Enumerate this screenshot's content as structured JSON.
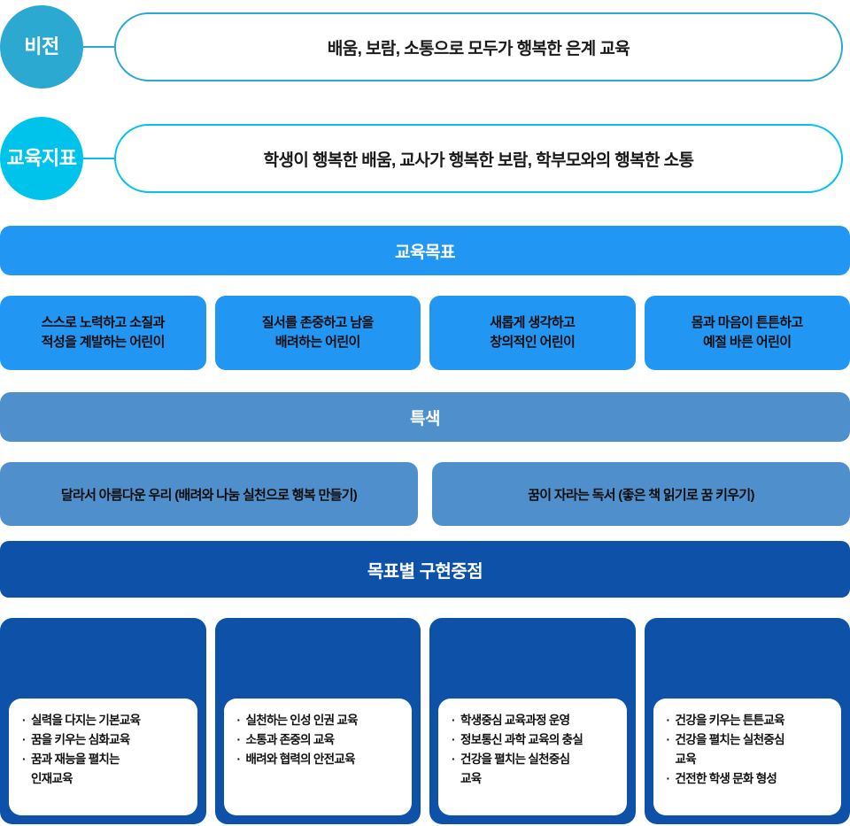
{
  "vision": {
    "circle_label": "비전",
    "statement": "배움, 보람, 소통으로 모두가 행복한 은계 교육",
    "circle_color": "#2ba9d1"
  },
  "education_index": {
    "circle_label": "교육\n지표",
    "circle_label_line1": "교육",
    "circle_label_line2": "지표",
    "statement": "학생이 행복한 배움, 교사가 행복한 보람, 학부모와의 행복한 소통",
    "circle_color": "#00c3ec"
  },
  "goal_section": {
    "banner_label": "교육목표",
    "banner_color": "#2196f3",
    "cards": [
      {
        "text": "스스로 노력하고 소질과\n적성을 계발하는 어린이"
      },
      {
        "text": "질서를 존중하고 남을\n배려하는 어린이"
      },
      {
        "text": "새롭게 생각하고\n창의적인 어린이"
      },
      {
        "text": "몸과 마음이 튼튼하고\n예절 바른 어린이"
      }
    ]
  },
  "feature_section": {
    "banner_label": "특색",
    "banner_color": "#4e8fcc",
    "boxes": [
      {
        "text": "달라서 아름다운 우리 (배려와 나눔 실천으로 행복 만들기)"
      },
      {
        "text": "꿈이 자라는 독서 (좋은 책 읽기로 꿈 키우기)"
      }
    ]
  },
  "focus_section": {
    "banner_label": "목표별 구현중점",
    "banner_color": "#0d52a8",
    "cards": [
      {
        "items": [
          "실력을 다지는 기본교육",
          "꿈을 키우는 심화교육",
          "꿈과 재능을 펼치는\n인재교육"
        ]
      },
      {
        "items": [
          "실천하는 인성 인권 교육",
          "소통과 존중의 교육",
          "배려와 협력의 안전교육"
        ]
      },
      {
        "items": [
          "학생중심 교육과정 운영",
          "정보통신 과학 교육의 충실",
          "건강을 펼치는 실천중심\n교육"
        ]
      },
      {
        "items": [
          "건강을 키우는 튼튼교육",
          "건강을 펼치는 실천중심\n교육",
          "건전한 학생 문화 형성"
        ]
      }
    ]
  }
}
